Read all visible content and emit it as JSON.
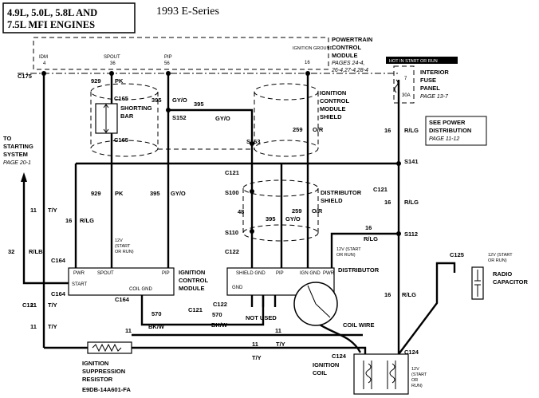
{
  "title_box": [
    "4.9L, 5.0L, 5.8L AND",
    "7.5L MFI ENGINES"
  ],
  "title": "1993 E-Series",
  "pcm": {
    "label": [
      "POWERTRAIN",
      "CONTROL",
      "MODULE"
    ],
    "pages": [
      "PAGES 24-4,",
      "26-4,27-4,28-4"
    ],
    "pins": [
      {
        "name": "IDM",
        "num": "4"
      },
      {
        "name": "SPOUT",
        "num": "36"
      },
      {
        "name": "PIP",
        "num": "56"
      },
      {
        "name": "IGNITION GROUND",
        "num": "16"
      }
    ]
  },
  "fuse_panel": {
    "header": "HOT IN START OR RUN",
    "fuse_num": "7",
    "fuse_rating": "30A",
    "label": [
      "INTERIOR",
      "FUSE",
      "PANEL"
    ],
    "page": "PAGE 13-7"
  },
  "power_dist": {
    "label": [
      "SEE POWER",
      "DISTRIBUTION"
    ],
    "page": "PAGE 11-12"
  },
  "shield_labels": {
    "icm_shield": [
      "IGNITION",
      "CONTROL",
      "MODULE",
      "SHIELD"
    ],
    "dist_shield": [
      "DISTRIBUTOR",
      "SHIELD"
    ]
  },
  "starting": {
    "label": [
      "TO",
      "STARTING",
      "SYSTEM"
    ],
    "page": "PAGE 20-1"
  },
  "shorting_bar": [
    "SHORTING",
    "BAR"
  ],
  "connectors": {
    "c175": "C175",
    "c165a": "C165",
    "c165b": "C165",
    "c121a": "C121",
    "c121b": "C121",
    "c121c": "C121",
    "c121d": "C121",
    "c164a": "C164",
    "c164b": "C164",
    "c164c": "C164",
    "c122a": "C122",
    "c122b": "C122",
    "c124a": "C124",
    "c124b": "C124",
    "c125": "C125"
  },
  "splices": {
    "s152": "S152",
    "s163": "S163",
    "s141": "S141",
    "s100": "S100",
    "s110": "S110",
    "s112": "S112"
  },
  "wire_labels": {
    "w929a": "929",
    "pk1": "PK",
    "w395a": "395",
    "gyo1": "GY/O",
    "w395b": "395",
    "gyo2": "GY/O",
    "w259a": "259",
    "or1": "O/R",
    "w16a": "16",
    "rlg1": "R/LG",
    "w929b": "929",
    "pk2": "PK",
    "w395c": "395",
    "gyo3": "GY/O",
    "w48": "48",
    "w259b": "259",
    "or2": "O/R",
    "w395d": "395",
    "gyo4": "GY/O",
    "w11a": "11",
    "ty1": "T/Y",
    "w16b": "16",
    "rlg2": "R/LG",
    "w32": "32",
    "rlb": "R/LB",
    "w16c": "16",
    "rlg3": "R/LG",
    "w16d": "16",
    "rlg4": "R/LG",
    "w16e": "16",
    "rlg5": "R/LG",
    "w11b": "11",
    "ty2": "T/Y",
    "w570a": "570",
    "bkw1": "BK/W",
    "w570b": "570",
    "bkw2": "BK/W",
    "w11c": "11",
    "w11d": "11",
    "ty3": "T/Y",
    "w11e": "11",
    "ty4": "T/Y",
    "w11f": "11",
    "ty5": "T/Y"
  },
  "start_run_notes": {
    "n1": [
      "12V",
      "(START",
      "OR RUN)"
    ],
    "n2": [
      "12V (START",
      "OR RUN)"
    ],
    "n3": [
      "12V (START",
      "OR RUN)"
    ],
    "n4": [
      "12V",
      "(START",
      "OR",
      "RUN)"
    ]
  },
  "icm": {
    "pins_top": [
      "PWR",
      "SPOUT",
      "PIP"
    ],
    "pins_bottom": [
      "START",
      "COIL GND"
    ],
    "label": [
      "IGNITION",
      "CONTROL",
      "MODULE"
    ]
  },
  "distributor": {
    "pins": [
      "SHIELD GND",
      "PIP",
      "IGN GND",
      "PWR"
    ],
    "gnd": "GND",
    "label": "DISTRIBUTOR",
    "not_used": "NOT USED"
  },
  "coil_wire": "COIL WIRE",
  "ignition_coil": [
    "IGNITION",
    "COIL"
  ],
  "resistor": {
    "label": [
      "IGNITION",
      "SUPPRESSION",
      "RESISTOR"
    ],
    "part": "E9DB-14A601-FA"
  },
  "radio_cap": [
    "RADIO",
    "CAPACITOR"
  ]
}
